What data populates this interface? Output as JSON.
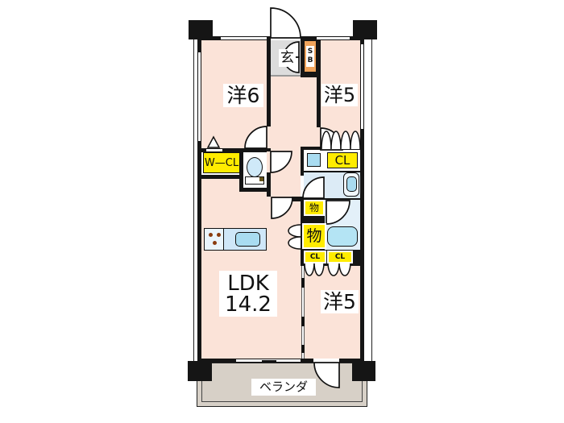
{
  "floor_plan": {
    "type": "apartment-floor-plan",
    "rooms": {
      "bedroom_6": "洋6",
      "bedroom_5_top": "洋5",
      "bedroom_5_bottom": "洋5",
      "ldk_name": "LDK",
      "ldk_size": "14.2",
      "entrance": "玄",
      "veranda": "ベランダ",
      "walk_in_closet": "W—CL",
      "closet_top": "CL",
      "closet_small_left": "CL",
      "closet_small_right": "CL",
      "storage_small": "物",
      "storage_large": "物",
      "shoe_box_line1": "S",
      "shoe_box_line2": "B"
    },
    "colors": {
      "room_fill": "#fbe3d8",
      "entrance_fill": "#dcdcdc",
      "veranda_fill": "#d7d0c7",
      "washroom_fill": "#dcebf6",
      "bathroom_fill": "#e3f0f9",
      "fixture_blue": "#a9dcf1",
      "tub_blue": "#b4e4f4",
      "counter_blue": "#cfe7f8",
      "label_yellow": "#ffec00",
      "shoe_box_orange": "#f0a45c",
      "wall_black": "#151515"
    }
  }
}
